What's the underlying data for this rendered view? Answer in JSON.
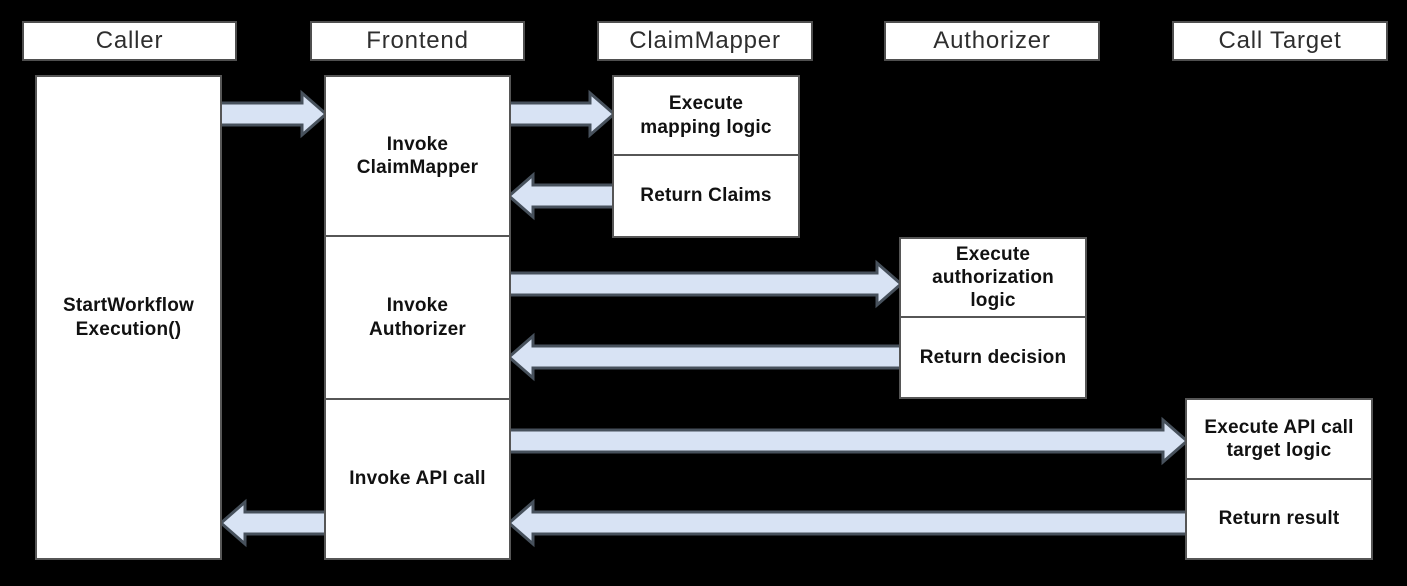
{
  "diagram": {
    "type": "sequence-diagram",
    "colors": {
      "background": "#000000",
      "box_fill": "#ffffff",
      "box_border": "#565656",
      "header_border": "#4f4f4f",
      "header_text": "#2e2e2e",
      "label_text": "#111111",
      "arrow_fill": "#d8e3f4",
      "arrow_outline": "#47515c"
    },
    "lifelines": [
      {
        "id": "caller",
        "label": "Caller"
      },
      {
        "id": "frontend",
        "label": "Frontend"
      },
      {
        "id": "claimmapper",
        "label": "ClaimMapper"
      },
      {
        "id": "authorizer",
        "label": "Authorizer"
      },
      {
        "id": "calltarget",
        "label": "Call Target"
      }
    ],
    "activations": {
      "caller": {
        "label": "StartWorkflow\nExecution()"
      },
      "frontend": [
        {
          "label": "Invoke\nClaimMapper"
        },
        {
          "label": "Invoke\nAuthorizer"
        },
        {
          "label": "Invoke API call"
        }
      ],
      "claimmapper": [
        {
          "label": "Execute\nmapping logic"
        },
        {
          "label": "Return Claims"
        }
      ],
      "authorizer": [
        {
          "label": "Execute\nauthorization\nlogic"
        },
        {
          "label": "Return decision"
        }
      ],
      "calltarget": [
        {
          "label": "Execute API call\ntarget logic"
        },
        {
          "label": "Return result"
        }
      ]
    },
    "flows": [
      {
        "from": "Caller",
        "to": "Frontend",
        "direction": "right"
      },
      {
        "from": "Frontend",
        "to": "ClaimMapper",
        "direction": "right"
      },
      {
        "from": "ClaimMapper",
        "to": "Frontend",
        "direction": "left"
      },
      {
        "from": "Frontend",
        "to": "Authorizer",
        "direction": "right"
      },
      {
        "from": "Authorizer",
        "to": "Frontend",
        "direction": "left"
      },
      {
        "from": "Frontend",
        "to": "Call Target",
        "direction": "right"
      },
      {
        "from": "Call Target",
        "to": "Frontend",
        "direction": "left"
      },
      {
        "from": "Frontend",
        "to": "Caller",
        "direction": "left"
      }
    ]
  }
}
